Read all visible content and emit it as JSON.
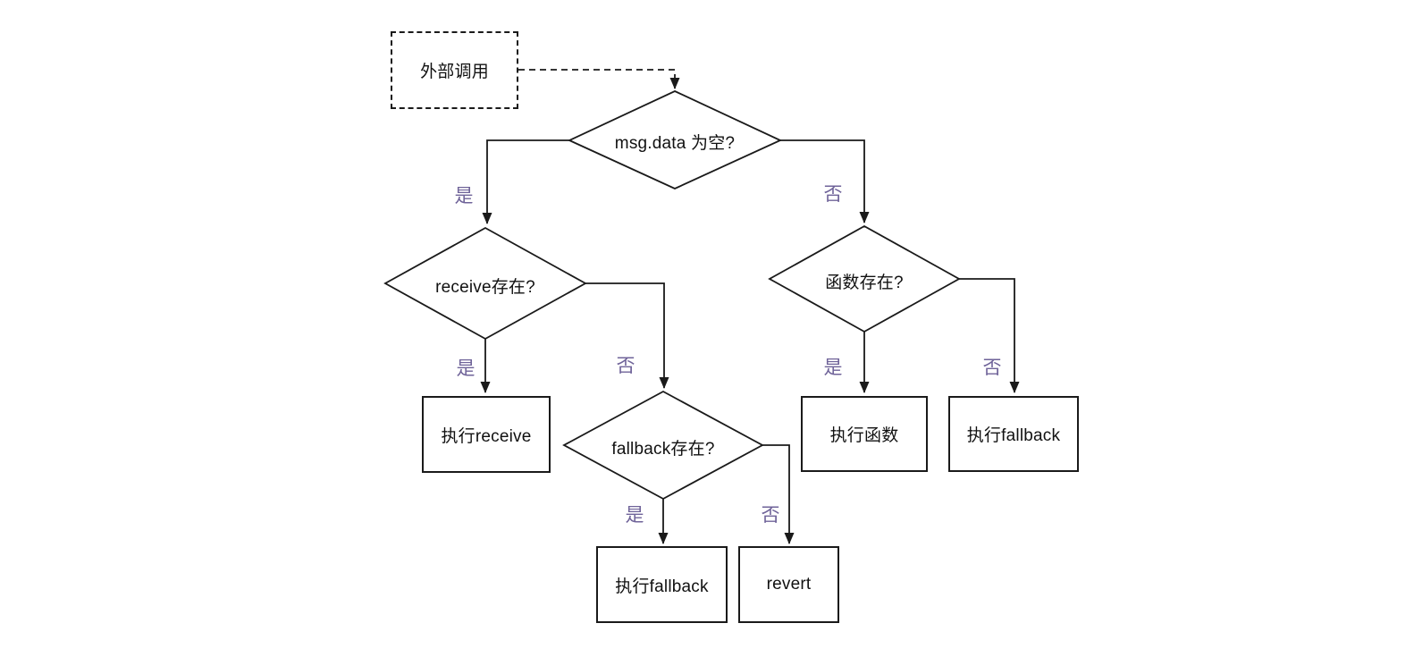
{
  "diagram": {
    "colors": {
      "background": "#ffffff",
      "line": "#1a1a1a",
      "text": "#111111",
      "branch_label": "#6f6399"
    },
    "nodes": {
      "start": {
        "label": "外部调用"
      },
      "decision_msgdata": {
        "label": "msg.data 为空?"
      },
      "decision_receive": {
        "label": "receive存在?"
      },
      "decision_fallback": {
        "label": "fallback存在?"
      },
      "decision_function": {
        "label": "函数存在?"
      },
      "exec_receive": {
        "label": "执行receive"
      },
      "exec_fallback_left": {
        "label": "执行fallback"
      },
      "revert": {
        "label": "revert"
      },
      "exec_function": {
        "label": "执行函数"
      },
      "exec_fallback_right": {
        "label": "执行fallback"
      }
    },
    "branch_labels": {
      "yes": "是",
      "no": "否"
    }
  }
}
